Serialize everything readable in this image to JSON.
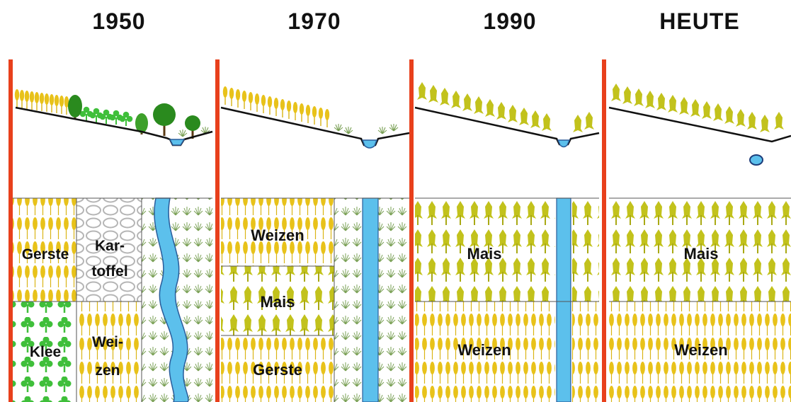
{
  "periods": [
    {
      "year": "1950",
      "labels": {
        "barley": "Gerste",
        "potato_1": "Kar-",
        "potato_2": "toffel",
        "clover": "Klee",
        "wheat_1": "Wei-",
        "wheat_2": "zen"
      }
    },
    {
      "year": "1970",
      "labels": {
        "wheat": "Weizen",
        "maize": "Mais",
        "barley": "Gerste"
      }
    },
    {
      "year": "1990",
      "labels": {
        "maize": "Mais",
        "wheat": "Weizen"
      }
    },
    {
      "year": "HEUTE",
      "labels": {
        "maize": "Mais",
        "wheat": "Weizen"
      }
    }
  ],
  "colors": {
    "divider": "#e8401c",
    "wheat": "#e8c21a",
    "maize": "#c8c820",
    "clover": "#3fbf3a",
    "tree": "#2a8a1e",
    "water": "#5cc0ec",
    "potato": "#c8c8c8",
    "grass": "#7aa055",
    "outline": "#555555"
  }
}
